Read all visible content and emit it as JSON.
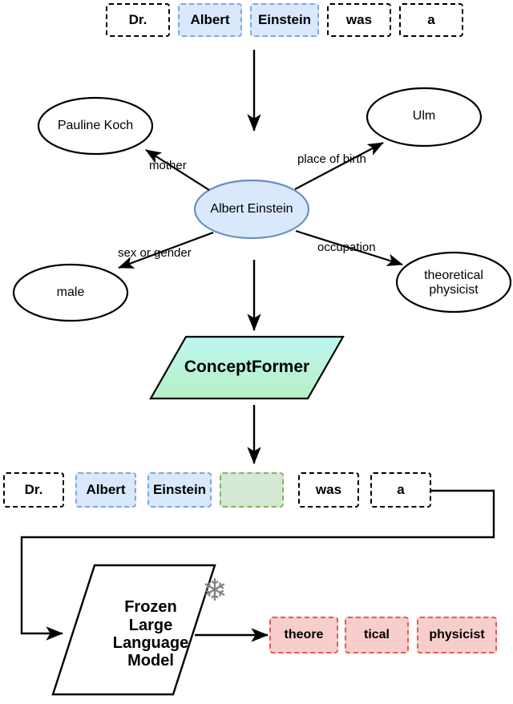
{
  "figure": {
    "title": "ConceptFormer pipeline diagram",
    "background": "#ffffff"
  },
  "palette": {
    "blue_fill": "#dae8fc",
    "blue_stroke": "#7ea6e0",
    "green_fill": "#d5e8d4",
    "green_stroke": "#82b366",
    "red_fill": "#f8cecc",
    "red_stroke": "#e05c55",
    "node_fill": "#ffffff",
    "node_stroke": "#000000",
    "concept_gradient_start": "#bdf7f0",
    "concept_gradient_end": "#b7efc5",
    "snowflake_color": "#808080"
  },
  "input_sequence": {
    "name": "input-token-row",
    "tokens": [
      {
        "text": "Dr.",
        "style": "plain"
      },
      {
        "text": "Albert",
        "style": "blue"
      },
      {
        "text": "Einstein",
        "style": "blue"
      },
      {
        "text": "was",
        "style": "plain"
      },
      {
        "text": "a",
        "style": "plain"
      }
    ]
  },
  "knowledge_graph": {
    "name": "knowledge-graph",
    "center_node": {
      "label": "Albert Einstein",
      "style": "blue"
    },
    "nodes": [
      {
        "id": "pauline-koch",
        "label": "Pauline Koch",
        "style": "plain"
      },
      {
        "id": "ulm",
        "label": "Ulm",
        "style": "plain"
      },
      {
        "id": "male",
        "label": "male",
        "style": "plain"
      },
      {
        "id": "theoretical-physicist",
        "label": "theoretical\nphysicist",
        "line1": "theoretical",
        "line2": "physicist",
        "style": "plain"
      }
    ],
    "edges": [
      {
        "label": "mother",
        "from": "albert-einstein",
        "to": "pauline-koch"
      },
      {
        "label": "place of birth",
        "from": "albert-einstein",
        "to": "ulm"
      },
      {
        "label": "sex or gender",
        "from": "albert-einstein",
        "to": "male"
      },
      {
        "label": "occupation",
        "from": "albert-einstein",
        "to": "theoretical-physicist"
      }
    ]
  },
  "concept_former": {
    "name": "concept-former-block",
    "label": "ConceptFormer"
  },
  "augmented_sequence": {
    "name": "augmented-token-row",
    "tokens": [
      {
        "text": "Dr.",
        "style": "plain"
      },
      {
        "text": "Albert",
        "style": "blue"
      },
      {
        "text": "Einstein",
        "style": "blue"
      },
      {
        "text": "",
        "style": "green"
      },
      {
        "text": "was",
        "style": "plain"
      },
      {
        "text": "a",
        "style": "plain"
      }
    ]
  },
  "llm": {
    "name": "frozen-llm-block",
    "line1": "Frozen",
    "line2": "Large",
    "line3": "Language",
    "line4": "Model",
    "frozen_icon": "snowflake-icon",
    "frozen_glyph": "❄"
  },
  "output_sequence": {
    "name": "output-token-row",
    "tokens": [
      {
        "text": "theore",
        "style": "red"
      },
      {
        "text": "tical",
        "style": "red"
      },
      {
        "text": "physicist",
        "style": "red"
      }
    ]
  }
}
